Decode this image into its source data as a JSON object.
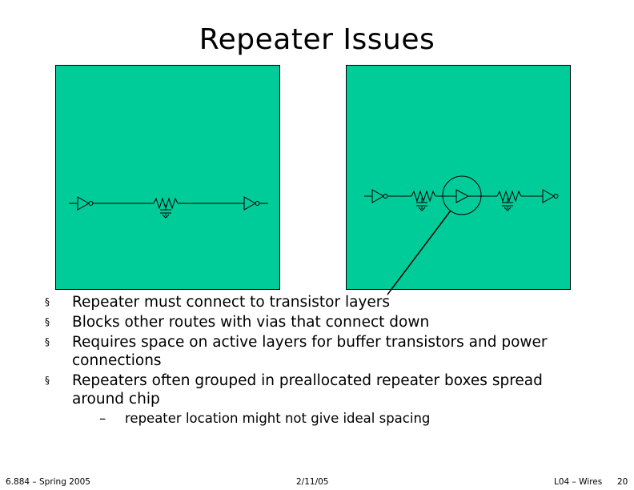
{
  "slide": {
    "title": "Repeater Issues",
    "panel_color": "#00CC99",
    "bullets": [
      "Repeater must connect to transistor layers",
      "Blocks other routes with vias that connect down",
      "Requires space on active layers for buffer transistors and power connections",
      "Repeaters often grouped in preallocated repeater boxes spread around chip"
    ],
    "sub_bullet": "repeater location might not give ideal spacing",
    "bullet_marker": "§",
    "sub_marker": "–"
  },
  "footer": {
    "left": "6.884 – Spring 2005",
    "middle": "2/11/05",
    "right": "L04 – Wires",
    "page": "20"
  }
}
